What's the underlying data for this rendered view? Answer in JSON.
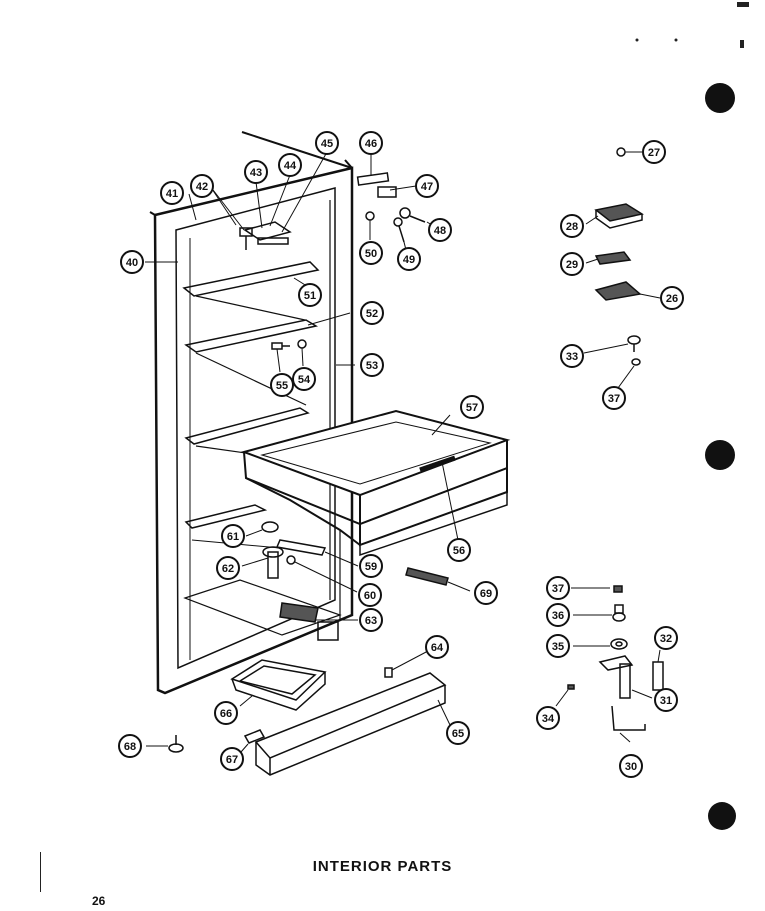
{
  "caption": "INTERIOR PARTS",
  "page_number": "26",
  "colors": {
    "ink": "#111111",
    "paper": "#ffffff"
  },
  "callouts": [
    {
      "id": "c27",
      "label": "27"
    },
    {
      "id": "c28",
      "label": "28"
    },
    {
      "id": "c29",
      "label": "29"
    },
    {
      "id": "c26",
      "label": "26"
    },
    {
      "id": "c33",
      "label": "33"
    },
    {
      "id": "c37a",
      "label": "37"
    },
    {
      "id": "c41",
      "label": "41"
    },
    {
      "id": "c42",
      "label": "42"
    },
    {
      "id": "c43",
      "label": "43"
    },
    {
      "id": "c44",
      "label": "44"
    },
    {
      "id": "c45",
      "label": "45"
    },
    {
      "id": "c46",
      "label": "46"
    },
    {
      "id": "c47",
      "label": "47"
    },
    {
      "id": "c48",
      "label": "48"
    },
    {
      "id": "c49",
      "label": "49"
    },
    {
      "id": "c50",
      "label": "50"
    },
    {
      "id": "c40",
      "label": "40"
    },
    {
      "id": "c51",
      "label": "51"
    },
    {
      "id": "c52",
      "label": "52"
    },
    {
      "id": "c53",
      "label": "53"
    },
    {
      "id": "c54",
      "label": "54"
    },
    {
      "id": "c55",
      "label": "55"
    },
    {
      "id": "c57",
      "label": "57"
    },
    {
      "id": "c56",
      "label": "56"
    },
    {
      "id": "c61",
      "label": "61"
    },
    {
      "id": "c62",
      "label": "62"
    },
    {
      "id": "c59",
      "label": "59"
    },
    {
      "id": "c60",
      "label": "60"
    },
    {
      "id": "c63",
      "label": "63"
    },
    {
      "id": "c69",
      "label": "69"
    },
    {
      "id": "c64",
      "label": "64"
    },
    {
      "id": "c65",
      "label": "65"
    },
    {
      "id": "c66",
      "label": "66"
    },
    {
      "id": "c67",
      "label": "67"
    },
    {
      "id": "c68",
      "label": "68"
    },
    {
      "id": "c37b",
      "label": "37"
    },
    {
      "id": "c36",
      "label": "36"
    },
    {
      "id": "c35",
      "label": "35"
    },
    {
      "id": "c32",
      "label": "32"
    },
    {
      "id": "c31",
      "label": "31"
    },
    {
      "id": "c34",
      "label": "34"
    },
    {
      "id": "c30",
      "label": "30"
    }
  ]
}
